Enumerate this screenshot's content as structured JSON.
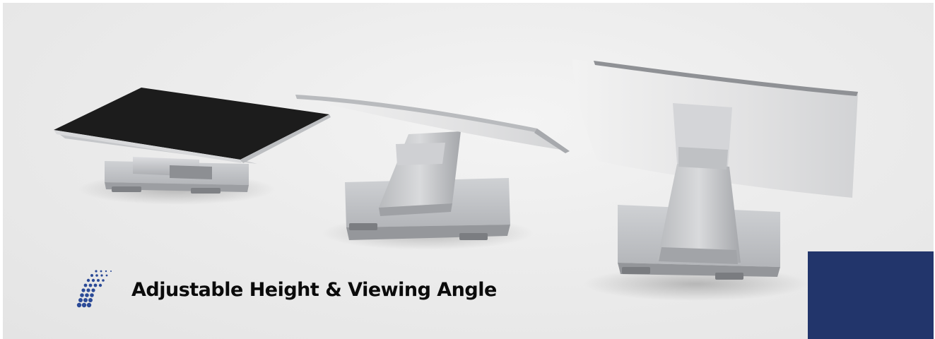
{
  "caption": {
    "text": "Adjustable Height & Viewing Angle",
    "icon": "dotted-arrow-logo-icon"
  },
  "products": [
    {
      "name": "monitor-flat-position",
      "icon": "touch-monitor-flat"
    },
    {
      "name": "monitor-mid-position",
      "icon": "touch-monitor-tilted"
    },
    {
      "name": "monitor-upright-position",
      "icon": "touch-monitor-upright"
    }
  ],
  "colors": {
    "accent_navy": "#22356b",
    "logo_blue": "#2b4a97",
    "screen_black": "#1a1a1a",
    "stand_silver": "#c7c9cc",
    "background": "#ececec"
  }
}
